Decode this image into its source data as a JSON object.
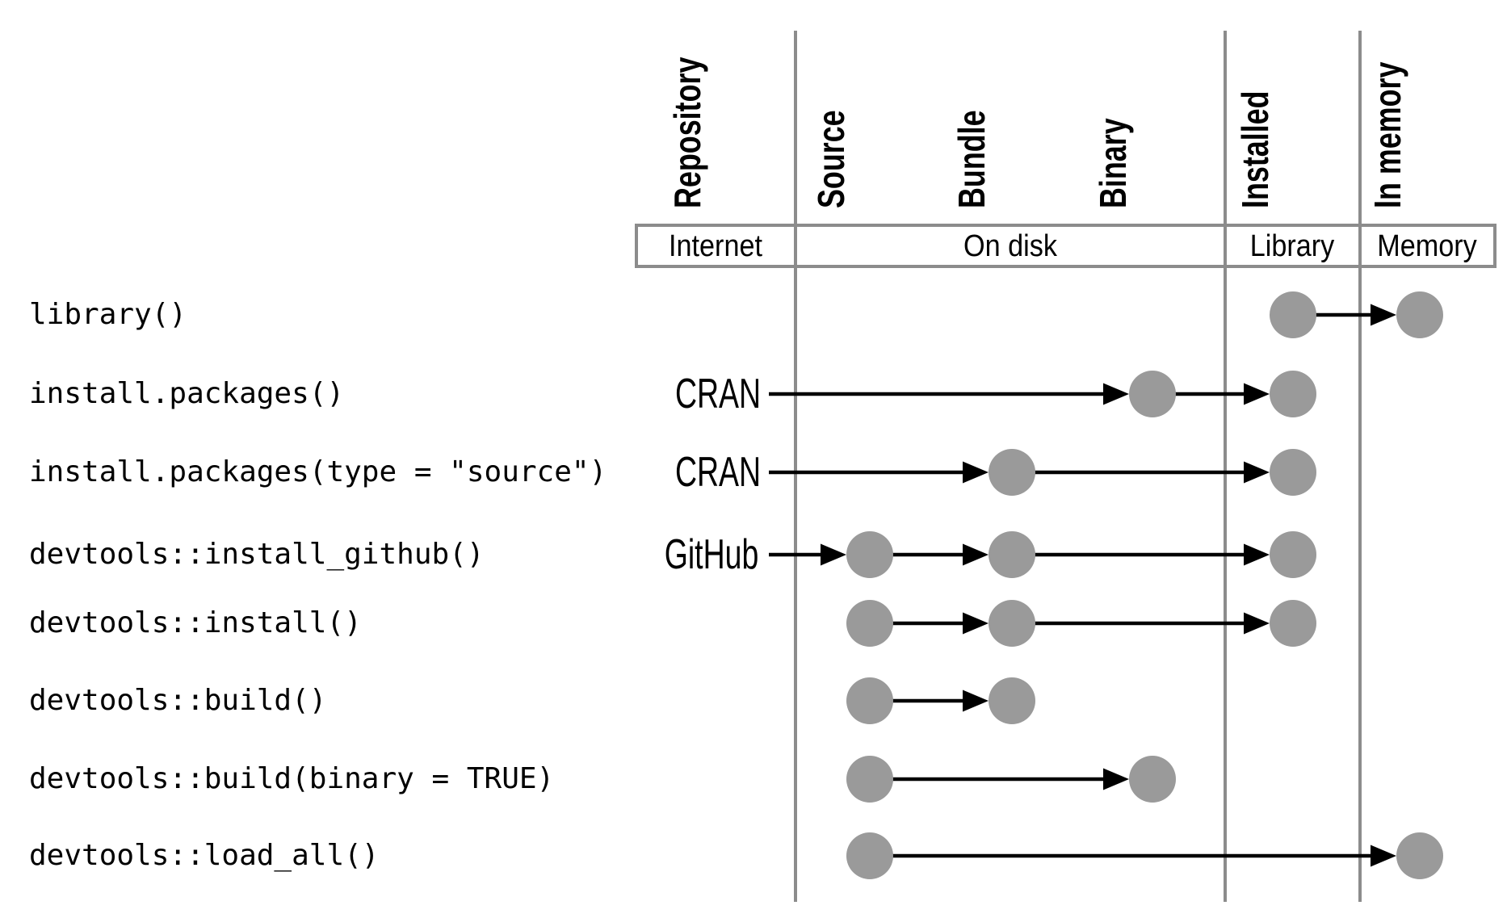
{
  "columns": [
    {
      "id": "repository",
      "label": "Repository"
    },
    {
      "id": "source",
      "label": "Source"
    },
    {
      "id": "bundle",
      "label": "Bundle"
    },
    {
      "id": "binary",
      "label": "Binary"
    },
    {
      "id": "installed",
      "label": "Installed"
    },
    {
      "id": "in_memory",
      "label": "In memory"
    }
  ],
  "zones": [
    {
      "id": "internet",
      "label": "Internet"
    },
    {
      "id": "on_disk",
      "label": "On disk"
    },
    {
      "id": "library",
      "label": "Library"
    },
    {
      "id": "memory",
      "label": "Memory"
    }
  ],
  "rows": [
    {
      "label": "library()",
      "repo": "",
      "dots": [
        "installed",
        "in_memory"
      ],
      "arrows": [
        {
          "from": "installed",
          "to": "in_memory"
        }
      ]
    },
    {
      "label": "install.packages()",
      "repo": "CRAN",
      "dots": [
        "binary",
        "installed"
      ],
      "arrows": [
        {
          "from": "repo",
          "to": "binary"
        },
        {
          "from": "binary",
          "to": "installed"
        }
      ]
    },
    {
      "label": "install.packages(type = \"source\")",
      "repo": "CRAN",
      "dots": [
        "bundle",
        "installed"
      ],
      "arrows": [
        {
          "from": "repo",
          "to": "bundle"
        },
        {
          "from": "bundle",
          "to": "installed"
        }
      ]
    },
    {
      "label": "devtools::install_github()",
      "repo": "GitHub",
      "dots": [
        "source",
        "bundle",
        "installed"
      ],
      "arrows": [
        {
          "from": "repo",
          "to": "source"
        },
        {
          "from": "source",
          "to": "bundle"
        },
        {
          "from": "bundle",
          "to": "installed"
        }
      ]
    },
    {
      "label": "devtools::install()",
      "repo": "",
      "dots": [
        "source",
        "bundle",
        "installed"
      ],
      "arrows": [
        {
          "from": "source",
          "to": "bundle"
        },
        {
          "from": "bundle",
          "to": "installed"
        }
      ]
    },
    {
      "label": "devtools::build()",
      "repo": "",
      "dots": [
        "source",
        "bundle"
      ],
      "arrows": [
        {
          "from": "source",
          "to": "bundle"
        }
      ]
    },
    {
      "label": "devtools::build(binary = TRUE)",
      "repo": "",
      "dots": [
        "source",
        "binary"
      ],
      "arrows": [
        {
          "from": "source",
          "to": "binary"
        }
      ]
    },
    {
      "label": "devtools::load_all()",
      "repo": "",
      "dots": [
        "source",
        "in_memory"
      ],
      "arrows": [
        {
          "from": "source",
          "to": "in_memory"
        }
      ]
    }
  ],
  "colors": {
    "dot": "#9a9a9a",
    "line": "#8c8c8c",
    "arrow": "#000000",
    "text": "#000000",
    "background": "#ffffff"
  }
}
